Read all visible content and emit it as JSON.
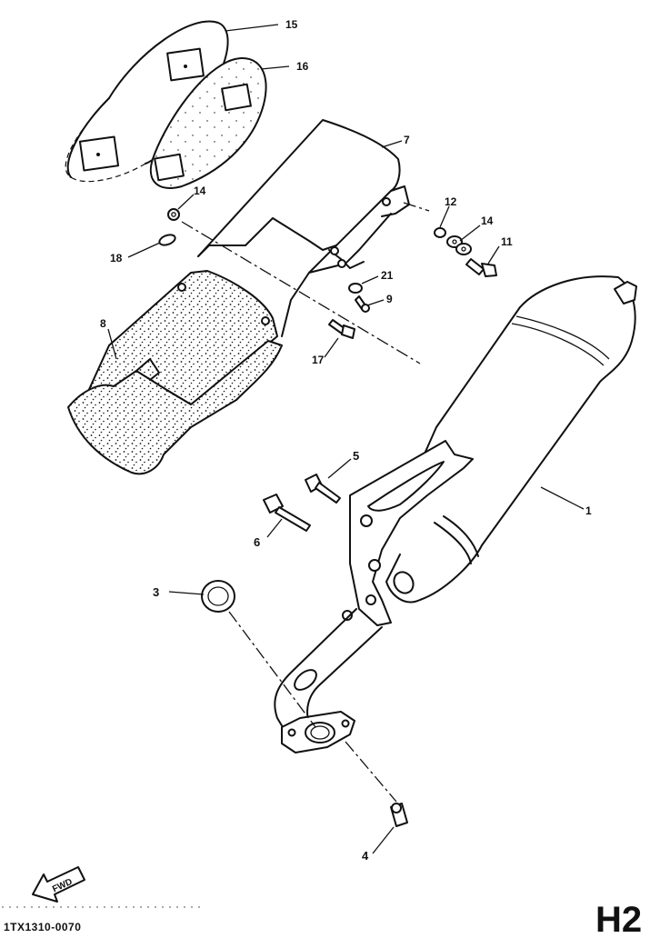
{
  "diagram": {
    "callouts": [
      {
        "id": "15",
        "text": "15"
      },
      {
        "id": "16",
        "text": "16"
      },
      {
        "id": "7",
        "text": "7"
      },
      {
        "id": "14a",
        "text": "14"
      },
      {
        "id": "18",
        "text": "18"
      },
      {
        "id": "12",
        "text": "12"
      },
      {
        "id": "14b",
        "text": "14"
      },
      {
        "id": "11",
        "text": "11"
      },
      {
        "id": "21",
        "text": "21"
      },
      {
        "id": "9",
        "text": "9"
      },
      {
        "id": "8",
        "text": "8"
      },
      {
        "id": "17",
        "text": "17"
      },
      {
        "id": "5",
        "text": "5"
      },
      {
        "id": "1",
        "text": "1"
      },
      {
        "id": "6",
        "text": "6"
      },
      {
        "id": "3",
        "text": "3"
      },
      {
        "id": "4",
        "text": "4"
      }
    ],
    "fwd_label": "FWD",
    "reference_code": "1TX1310-0070",
    "page_code": "H2"
  }
}
